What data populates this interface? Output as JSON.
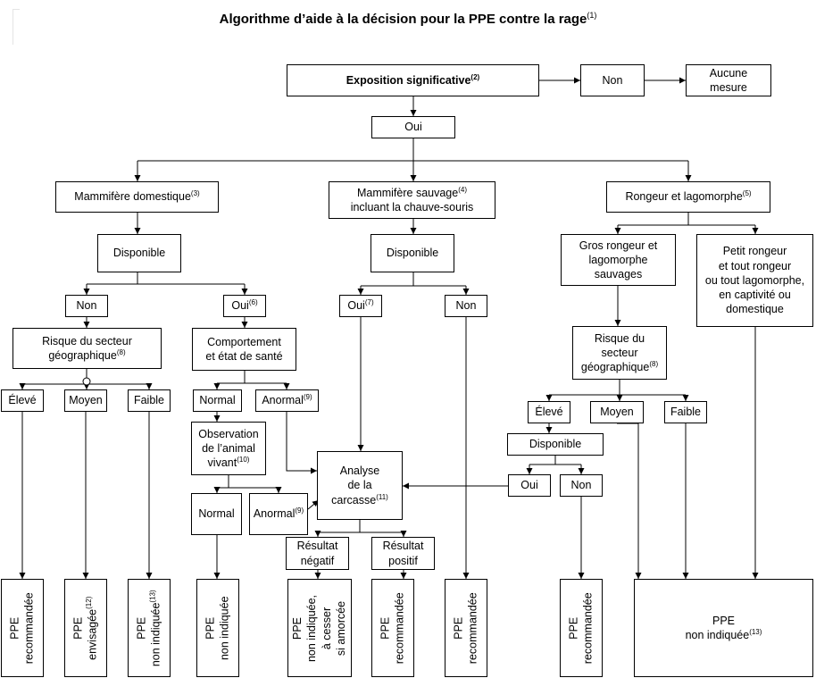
{
  "title": "Algorithme d’aide à la décision pour la PPE contre la rage",
  "title_note": "(1)",
  "nodes": {
    "exposition": {
      "text": "Exposition significative",
      "sup": "(2)"
    },
    "non_top": {
      "text": "Non"
    },
    "aucune_mesure": {
      "lines": [
        "Aucune",
        "mesure"
      ]
    },
    "oui_top": {
      "text": "Oui"
    },
    "mammifere_domestique": {
      "text": "Mammifère domestique",
      "sup": "(3)"
    },
    "mammifere_sauvage": {
      "lines": [
        "Mammifère sauvage",
        "incluant la chauve-souris"
      ],
      "sup": "(4)"
    },
    "rongeur_lagomorphe": {
      "text": "Rongeur et lagomorphe",
      "sup": "(5)"
    },
    "disponible_dom": {
      "text": "Disponible"
    },
    "disponible_sauv": {
      "text": "Disponible"
    },
    "gros_rongeur": {
      "lines": [
        "Gros rongeur et",
        "lagomorphe",
        "sauvages"
      ]
    },
    "petit_rongeur": {
      "lines": [
        "Petit rongeur",
        "et tout rongeur",
        "ou tout lagomorphe,",
        "en captivité ou",
        "domestique"
      ]
    },
    "non_dom": {
      "text": "Non"
    },
    "oui_dom": {
      "text": "Oui",
      "sup": "(6)"
    },
    "oui_sauv": {
      "text": "Oui",
      "sup": "(7)"
    },
    "non_sauv": {
      "text": "Non"
    },
    "risque_dom": {
      "lines": [
        "Risque du secteur",
        "géographique"
      ],
      "sup": "(8)"
    },
    "comportement": {
      "lines": [
        "Comportement",
        "et état de santé"
      ]
    },
    "risque_rong": {
      "lines": [
        "Risque du",
        "secteur",
        "géographique"
      ],
      "sup": "(8)"
    },
    "eleve_dom": {
      "text": "Élevé"
    },
    "moyen_dom": {
      "text": "Moyen"
    },
    "faible_dom": {
      "text": "Faible"
    },
    "normal_1": {
      "text": "Normal"
    },
    "anormal_1": {
      "text": "Anormal",
      "sup": "(9)"
    },
    "observation": {
      "lines": [
        "Observation",
        "de l’animal",
        "vivant"
      ],
      "sup": "(10)"
    },
    "normal_2": {
      "text": "Normal"
    },
    "anormal_2": {
      "text": "Anormal",
      "sup": "(9)"
    },
    "analyse": {
      "lines": [
        "Analyse",
        "de la",
        "carcasse"
      ],
      "sup": "(11)"
    },
    "eleve_rong": {
      "text": "Élevé"
    },
    "moyen_rong": {
      "text": "Moyen"
    },
    "faible_rong": {
      "text": "Faible"
    },
    "disponible_rong": {
      "text": "Disponible"
    },
    "oui_rong": {
      "text": "Oui"
    },
    "non_rong": {
      "text": "Non"
    },
    "resultat_negatif": {
      "lines": [
        "Résultat",
        "négatif"
      ]
    },
    "resultat_positif": {
      "lines": [
        "Résultat",
        "positif"
      ]
    },
    "out_1": {
      "lines": [
        "PPE",
        "recommandée"
      ]
    },
    "out_2": {
      "lines": [
        "PPE",
        "envisagée"
      ],
      "sup": "(12)"
    },
    "out_3": {
      "lines": [
        "PPE",
        "non indiquée"
      ],
      "sup": "(13)"
    },
    "out_4": {
      "lines": [
        "PPE",
        "non indiquée"
      ]
    },
    "out_5": {
      "lines": [
        "PPE",
        "non indiquée,",
        "à  cesser",
        "si amorcée"
      ]
    },
    "out_6": {
      "lines": [
        "PPE",
        "recommandée"
      ]
    },
    "out_7": {
      "lines": [
        "PPE",
        "recommandée"
      ]
    },
    "out_8": {
      "lines": [
        "PPE",
        "recommandée"
      ]
    },
    "out_9": {
      "lines": [
        "PPE",
        "non indiquée"
      ],
      "sup": "(13)"
    }
  }
}
